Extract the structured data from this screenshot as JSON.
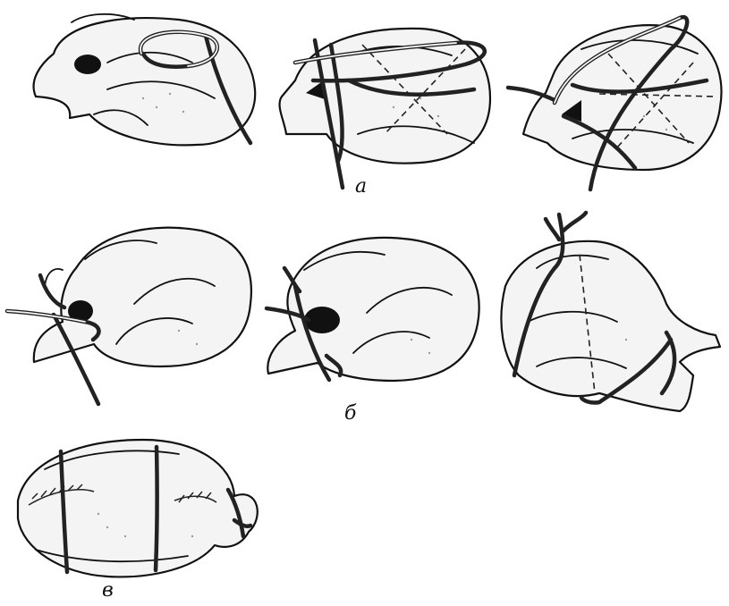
{
  "figure": {
    "labels": {
      "a": "а",
      "b": "б",
      "v": "в"
    }
  }
}
